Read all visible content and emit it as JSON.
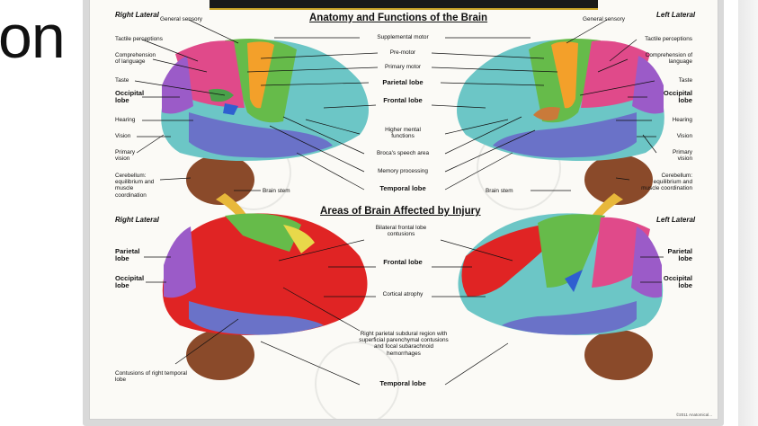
{
  "slide": {
    "title": "on"
  },
  "poster": {
    "top_heading": "Anatomy and Functions of the Brain",
    "bottom_heading": "Areas of Brain Affected by Injury",
    "copyright": "©2011 Anatomical...",
    "top_left": {
      "side": "Right Lateral",
      "labels": [
        "General sensory",
        "Tactile perceptions",
        "Comprehension of language",
        "Taste",
        "Occipital lobe",
        "Hearing",
        "Vision",
        "Primary vision",
        "Cerebellum: equilibrium and muscle coordination",
        "Brain stem"
      ]
    },
    "center": {
      "labels": [
        "Supplemental motor",
        "Pre-motor",
        "Primary motor",
        "Parietal lobe",
        "Frontal lobe",
        "Higher mental functions",
        "Broca's speech area",
        "Memory processing",
        "Temporal lobe"
      ]
    },
    "top_right": {
      "side": "Left Lateral",
      "labels": [
        "General sensory",
        "Tactile perceptions",
        "Comprehension of language",
        "Taste",
        "Occipital lobe",
        "Hearing",
        "Vision",
        "Primary vision",
        "Cerebellum: equilibrium and muscle coordination",
        "Brain stem"
      ]
    },
    "bottom_left": {
      "side": "Right Lateral",
      "labels": [
        "Parietal lobe",
        "Occipital lobe",
        "Contusions of right temporal lobe"
      ]
    },
    "bottom_center": {
      "labels": [
        "Bilateral frontal lobe contusions",
        "Frontal lobe",
        "Cortical atrophy",
        "Right parietal subdural region with superficial parenchymal contusions and focal subarachnoid hemorrhages",
        "Temporal lobe"
      ]
    },
    "bottom_right": {
      "side": "Left Lateral",
      "labels": [
        "Parietal lobe",
        "Occipital lobe"
      ]
    }
  },
  "colors": {
    "frontal": "#6cc6c6",
    "motor": "#66bb4a",
    "premotor": "#f3a02a",
    "parietal": "#e04a8a",
    "occipital": "#9b5bc8",
    "temporal": "#6a72c8",
    "cerebellum": "#8a4a2a",
    "injury": "#e02424"
  }
}
